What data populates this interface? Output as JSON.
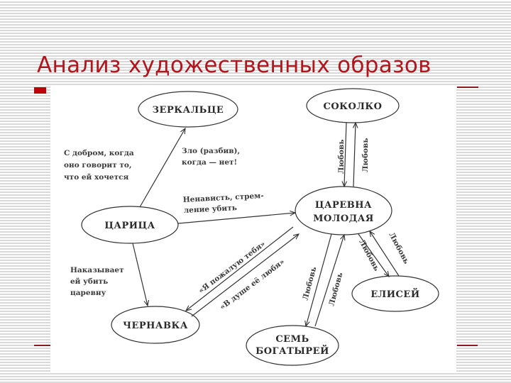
{
  "slide": {
    "title": "Анализ художественных образов",
    "accent_color": "#b0161c",
    "background_stripe_color": "#d9d9d9"
  },
  "diagram": {
    "nodes": {
      "zerkaltse": "ЗЕРКАЛЬЦЕ",
      "sokolko": "СОКОЛКО",
      "tsaritsa": "ЦАРИЦА",
      "tsarevna_line1": "ЦАРЕВНА",
      "tsarevna_line2": "МОЛОДАЯ",
      "chernavka": "ЧЕРНАВКА",
      "elisey": "ЕЛИСЕЙ",
      "bogatyri_line1": "СЕМЬ",
      "bogatyri_line2": "БОГАТЫРЕЙ"
    },
    "edges": {
      "tsaritsa_zerkaltse_left": [
        "С добром, когда",
        "оно говорит то,",
        "что ей хочется"
      ],
      "tsaritsa_zerkaltse_right": [
        "Зло (разбив),",
        "когда — нет!"
      ],
      "tsaritsa_tsarevna": [
        "Ненависть, стрем-",
        "ление убить"
      ],
      "tsaritsa_chernavka": [
        "Наказывает",
        "ей убить",
        "царевну"
      ],
      "chernavka_quote_upper": "«Я пожалую тебя»",
      "chernavka_quote_lower": "«В душе её любя»",
      "love": "Любовь"
    }
  }
}
